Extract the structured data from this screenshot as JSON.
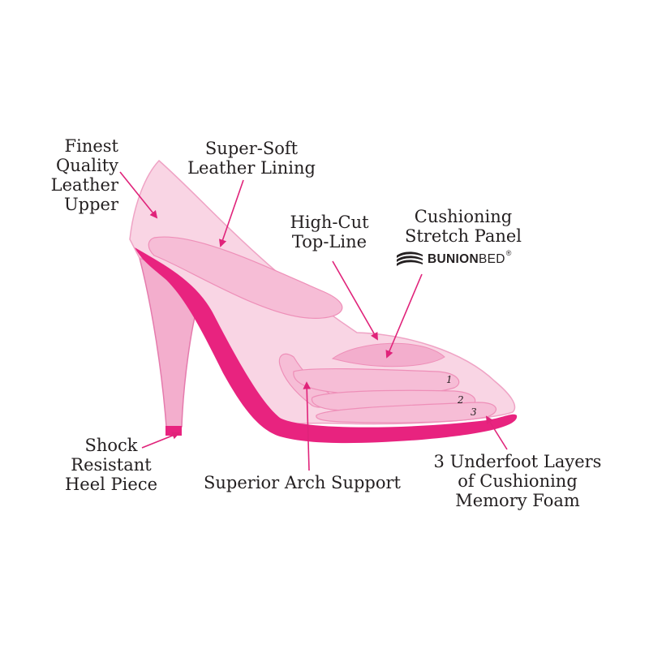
{
  "labels": {
    "leather_upper": [
      "Finest",
      "Quality",
      "Leather",
      "Upper"
    ],
    "leather_lining": [
      "Super-Soft",
      "Leather Lining"
    ],
    "topline": [
      "High-Cut",
      "Top-Line"
    ],
    "stretch_panel": [
      "Cushioning",
      "Stretch Panel"
    ],
    "heel_piece": [
      "Shock",
      "Resistant",
      "Heel Piece"
    ],
    "arch_support": "Superior Arch Support",
    "underfoot": [
      "3 Underfoot Layers",
      "of Cushioning",
      "Memory Foam"
    ]
  },
  "layer_numbers": [
    "1",
    "2",
    "3"
  ],
  "brand": {
    "bold": "BUNION",
    "light": "BED",
    "mark": "®"
  },
  "colors": {
    "shell": "#f9d3e3",
    "shell_edge": "#ef9fc2",
    "sole": "#e8237f",
    "heel": "#f3aecd",
    "layer": "#f6bdd6",
    "arrow": "#e0237a",
    "text": "#231f20"
  }
}
